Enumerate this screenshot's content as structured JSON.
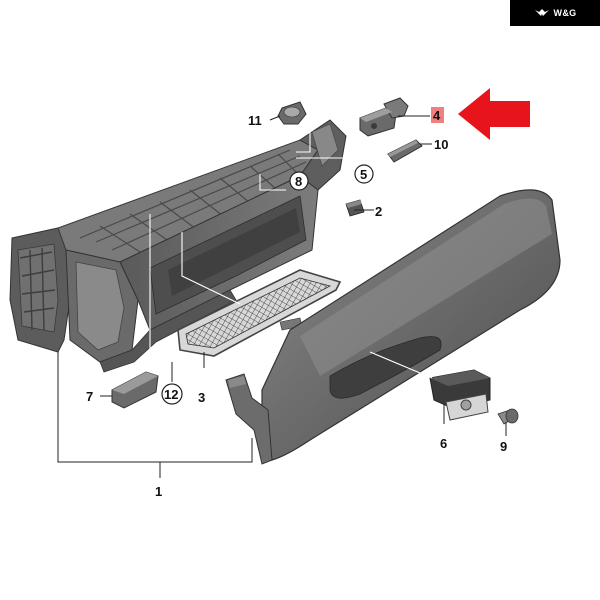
{
  "brand": {
    "text": "W&G",
    "logo_icon": "wings-logo-icon"
  },
  "colors": {
    "background": "#ffffff",
    "part_gray": "#6e6e6e",
    "part_dark": "#4a4a4a",
    "part_light": "#9a9a9a",
    "highlight_box": "#f08080",
    "arrow": "#e8141c"
  },
  "callouts": {
    "p1": "1",
    "p2": "2",
    "p3": "3",
    "p4": "4",
    "p5": "5",
    "p6": "6",
    "p7": "7",
    "p8": "8",
    "p9": "9",
    "p10": "10",
    "p11": "11",
    "p12": "12"
  },
  "highlighted_part": "4",
  "arrow_direction": "left"
}
